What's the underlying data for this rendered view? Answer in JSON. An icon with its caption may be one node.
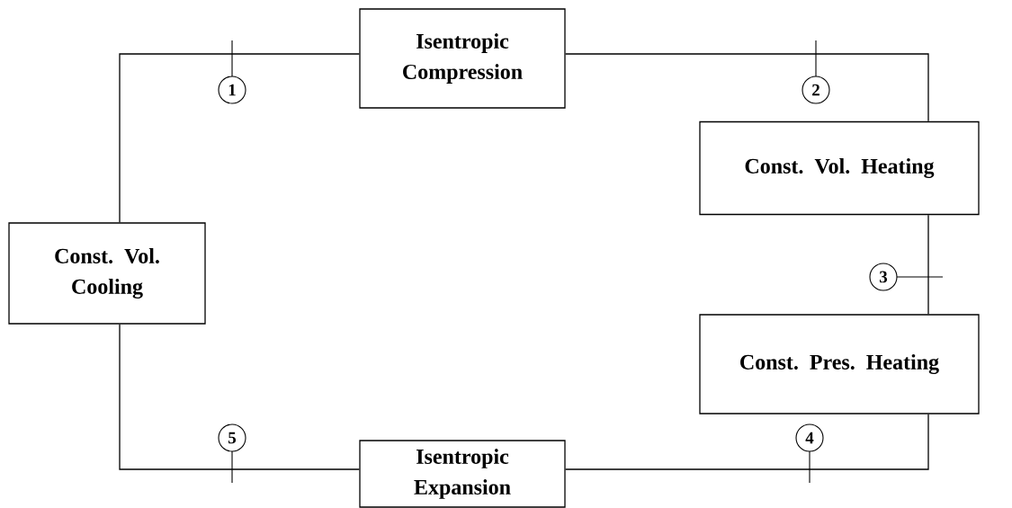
{
  "diagram": {
    "nodes": [
      {
        "text": [
          "Isentropic Compression"
        ]
      },
      {
        "text": [
          "Const. Vol. Heating"
        ]
      },
      {
        "text": [
          "Const. Pres. Heating"
        ]
      },
      {
        "text": [
          "Isentropic Expansion"
        ]
      },
      {
        "text": [
          "Const. Vol. Cooling"
        ]
      }
    ],
    "edges": [
      {
        "from": 4,
        "to": 0,
        "arrow": "none",
        "label": "1"
      },
      {
        "from": 0,
        "to": 1,
        "arrow": "none",
        "label": "2"
      },
      {
        "from": 1,
        "to": 2,
        "arrow": "none",
        "label": "3"
      },
      {
        "from": 2,
        "to": 3,
        "arrow": "none",
        "label": "4"
      },
      {
        "from": 3,
        "to": 4,
        "arrow": "none",
        "label": "5"
      }
    ]
  }
}
